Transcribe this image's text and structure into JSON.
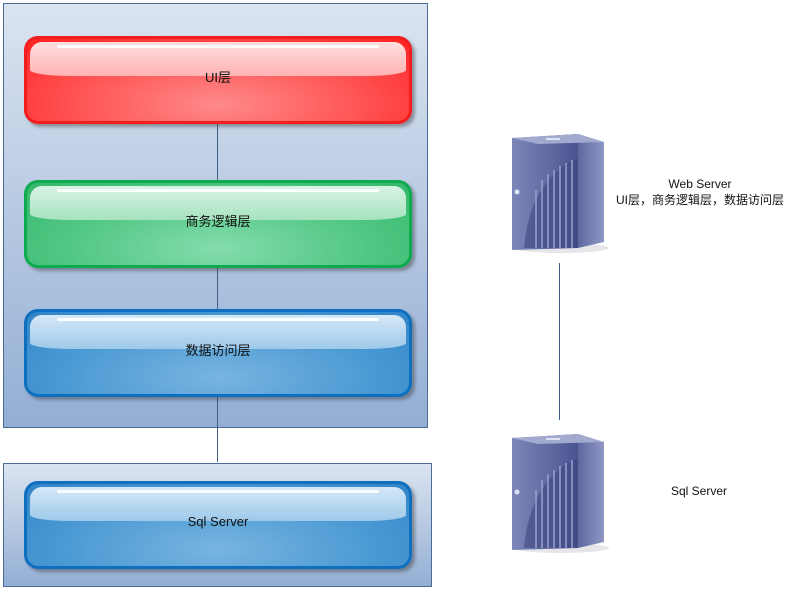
{
  "diagram": {
    "app_tier": {
      "layers": [
        {
          "label": "UI层",
          "color": "#ff4040"
        },
        {
          "label": "商务逻辑层",
          "color": "#3cbf75"
        },
        {
          "label": "数据访问层",
          "color": "#3b8fd0"
        }
      ]
    },
    "db_tier": {
      "layers": [
        {
          "label": "Sql Server",
          "color": "#3b8fd0"
        }
      ]
    },
    "servers": [
      {
        "name": "Web Server",
        "description": "UI层，商务逻辑层，数据访问层",
        "icon": "server-tower-icon"
      },
      {
        "name": "Sql Server",
        "description": "",
        "icon": "server-tower-icon"
      }
    ]
  }
}
